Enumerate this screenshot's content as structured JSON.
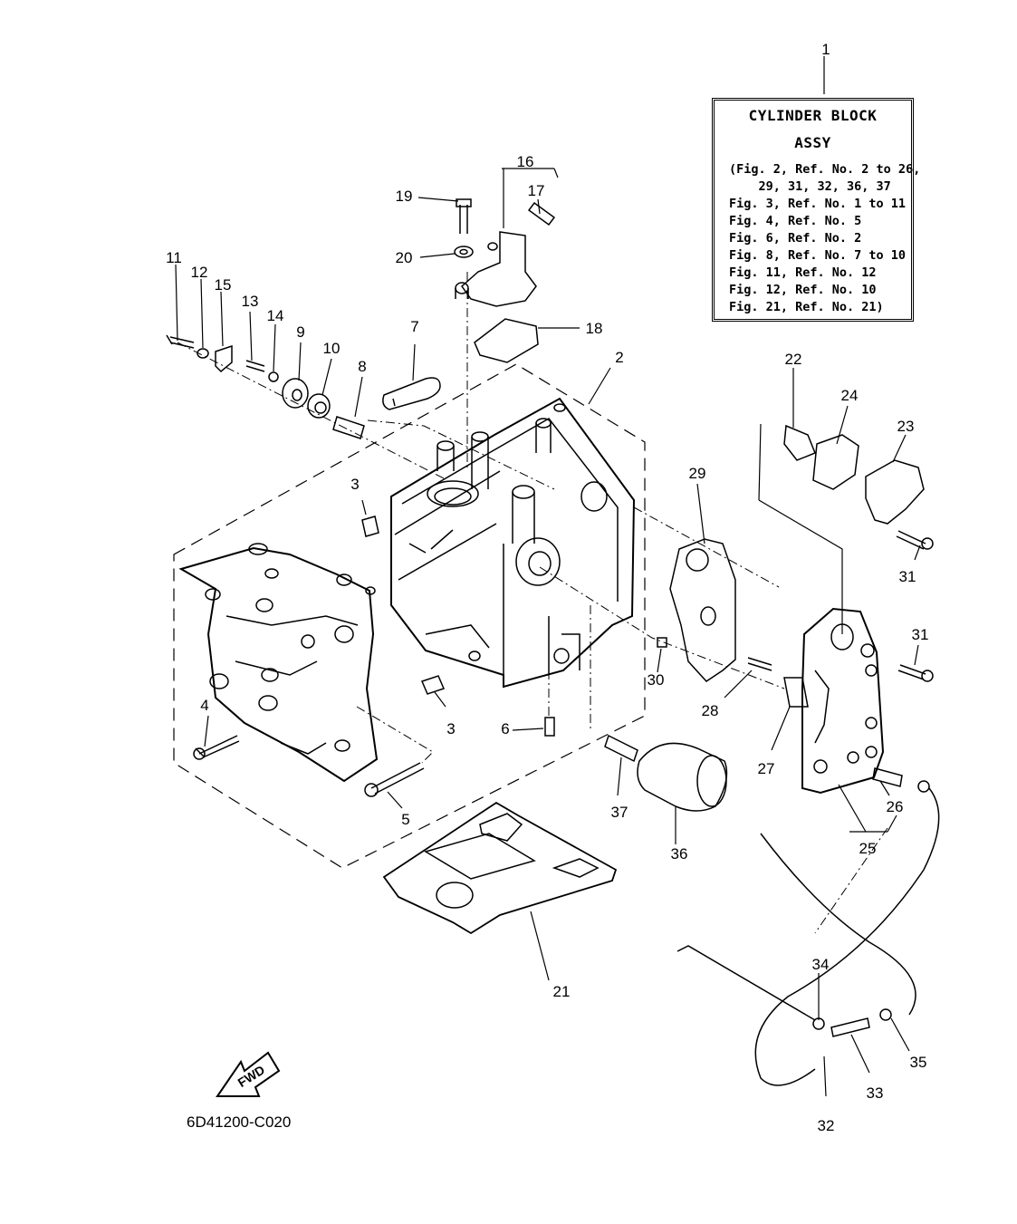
{
  "legend": {
    "title_line1": "CYLINDER BLOCK",
    "title_line2": "ASSY",
    "lines": [
      "(Fig. 2, Ref. No. 2 to 26,",
      "    29, 31, 32, 36, 37",
      "Fig. 3, Ref. No. 1 to 11",
      "Fig. 4, Ref. No. 5",
      "Fig. 6, Ref. No. 2",
      "Fig. 8, Ref. No. 7 to 10",
      "Fig. 11, Ref. No. 12",
      "Fig. 12, Ref. No. 10",
      "Fig. 21, Ref. No. 21)"
    ]
  },
  "callouts": {
    "c1": "1",
    "c2": "2",
    "c3a": "3",
    "c3b": "3",
    "c4": "4",
    "c5": "5",
    "c6": "6",
    "c7": "7",
    "c8": "8",
    "c9": "9",
    "c10": "10",
    "c11": "11",
    "c12": "12",
    "c13": "13",
    "c14": "14",
    "c15": "15",
    "c16": "16",
    "c17": "17",
    "c18": "18",
    "c19": "19",
    "c20": "20",
    "c21": "21",
    "c22": "22",
    "c23": "23",
    "c24": "24",
    "c25": "25",
    "c26": "26",
    "c27": "27",
    "c28": "28",
    "c29": "29",
    "c30": "30",
    "c31a": "31",
    "c31b": "31",
    "c32": "32",
    "c33": "33",
    "c34": "34",
    "c35": "35",
    "c36": "36",
    "c37": "37"
  },
  "fwd_label": "FWD",
  "drawing_code": "6D41200-C020"
}
